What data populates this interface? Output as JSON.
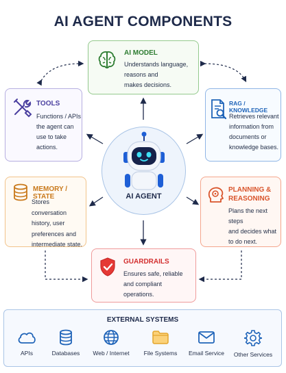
{
  "title": "AI AGENT COMPONENTS",
  "center": {
    "label": "AI AGENT",
    "icon": "robot-icon"
  },
  "ai_model": {
    "title": "AI MODEL",
    "desc": [
      "Understands language,",
      "reasons and",
      "makes decisions."
    ],
    "color": "#2e7d32",
    "icon": "brain-icon"
  },
  "tools": {
    "title": "TOOLS",
    "desc": [
      "Functions / APIs",
      "the agent can",
      "use to take",
      "actions."
    ],
    "color": "#4a3f9f",
    "icon": "wrench-screwdriver-icon"
  },
  "rag": {
    "title": "RAG / KNOWLEDGE",
    "desc": [
      "Retrieves relevant",
      "information from",
      "documents or",
      "knowledge bases."
    ],
    "color": "#1e63b8",
    "icon": "document-search-icon"
  },
  "memory": {
    "title": "MEMORY / STATE",
    "desc": [
      "Stores conversation",
      "history, user",
      "preferences and",
      "intermediate state."
    ],
    "color": "#c9791b",
    "icon": "database-icon"
  },
  "planning": {
    "title": [
      "PLANNING &",
      "REASONING"
    ],
    "desc": [
      "Plans the next steps",
      "and decides what",
      "to do next."
    ],
    "color": "#d9542b",
    "icon": "brain-head-icon"
  },
  "guardrails": {
    "title": "GUARDRAILS",
    "desc": [
      "Ensures safe, reliable",
      "and compliant",
      "operations."
    ],
    "color": "#d32f2f",
    "icon": "shield-check-icon"
  },
  "external": {
    "title": "EXTERNAL SYSTEMS",
    "items": [
      {
        "label": "APIs",
        "icon": "cloud-icon"
      },
      {
        "label": "Databases",
        "icon": "database-icon"
      },
      {
        "label": "Web / Internet",
        "icon": "globe-icon"
      },
      {
        "label": "File Systems",
        "icon": "folder-icon"
      },
      {
        "label": "Email Service",
        "icon": "mail-icon"
      },
      {
        "label": "Other Services",
        "icon": "gear-icon"
      }
    ],
    "color": "#1e63b8"
  }
}
